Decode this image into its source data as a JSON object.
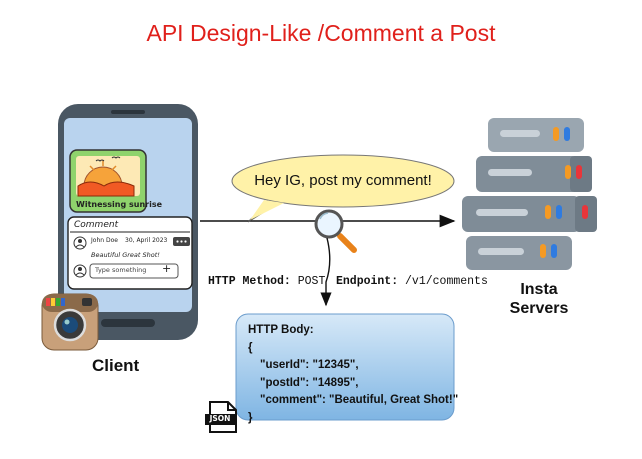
{
  "title": "API Design-Like /Comment a Post",
  "client": {
    "label": "Client",
    "post_caption": "Witnessing sunrise",
    "comment_panel_title": "Comment",
    "comment_author": "John Doe",
    "comment_date": "30, April 2023",
    "comment_text": "Beautiful Great Shot!",
    "input_placeholder": "Type something",
    "add_symbol": "+"
  },
  "speech_bubble": "Hey IG, post my comment!",
  "servers": {
    "line1": "Insta",
    "line2": "Servers"
  },
  "request": {
    "method_label": "HTTP Method:",
    "method_value": "POST",
    "endpoint_label": "Endpoint:",
    "endpoint_value": "/v1/comments"
  },
  "http_body": {
    "label": "HTTP Body:",
    "open_brace": "{",
    "lines": [
      "\"userId\": \"12345\",",
      "\"postId\": \"14895\",",
      "\"comment\": \"Beautiful, Great Shot!\""
    ],
    "close_brace": "}"
  },
  "json_icon_text": "JSON",
  "colors": {
    "title": "#e0201b",
    "phone_body": "#4a5763",
    "phone_screen": "#b9d3ee",
    "bubble_fill": "#fff2a8",
    "body_box": "#8ec0e8",
    "server_body": "#7f8c97",
    "led_orange": "#f59a23",
    "led_blue": "#2f7be0",
    "led_red": "#e8353a"
  },
  "icons": [
    "instagram-logo-icon",
    "magnifier-icon",
    "json-file-icon",
    "avatar-icon",
    "more-dots-icon",
    "sunrise-image-icon"
  ]
}
